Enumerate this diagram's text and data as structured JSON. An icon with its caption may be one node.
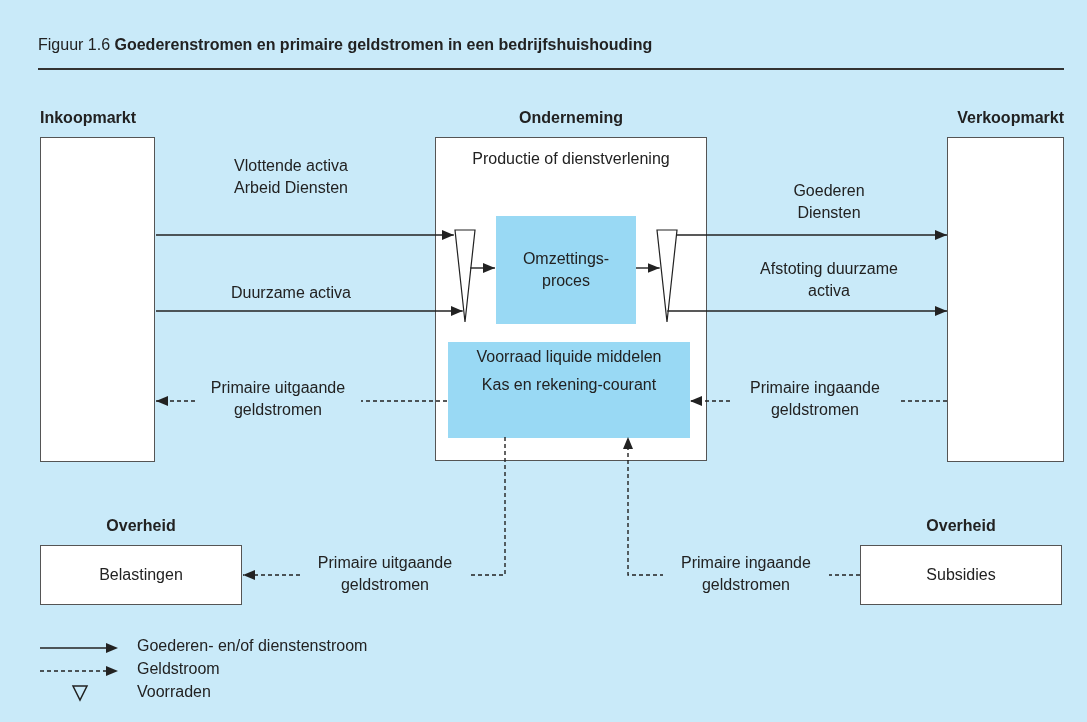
{
  "diagram": {
    "title": "Figuur 1.6 **Goederenstromen en primaire geldstromen in een bedrijfshuishouding**",
    "nodes": [
      {
        "text": [
          "Inkoopmarkt"
        ]
      },
      {
        "text": [
          "Onderneming",
          "Productie of dienstverlening"
        ]
      },
      {
        "text": [],
        "shape": "triangle",
        "in": 1
      },
      {
        "text": [
          "Omzettings- proces"
        ],
        "in": 1
      },
      {
        "text": [],
        "shape": "triangle",
        "in": 1
      },
      {
        "text": [
          "Voorraad liquide middelen",
          "Kas en rekening-courant"
        ],
        "in": 1
      },
      {
        "text": [
          "Verkoopmarkt"
        ]
      },
      {
        "text": [
          "Overheid",
          "Belastingen"
        ]
      },
      {
        "text": [
          "Overheid",
          "Subsidies"
        ]
      }
    ],
    "edges": [
      {
        "from": 0,
        "to": 2,
        "arrow": "to",
        "label": "Vlottende activa Arbeid Diensten"
      },
      {
        "from": 0,
        "to": 2,
        "arrow": "to",
        "label": "Duurzame activa"
      },
      {
        "from": 2,
        "to": 3,
        "arrow": "to"
      },
      {
        "from": 3,
        "to": 4,
        "arrow": "to"
      },
      {
        "from": 4,
        "to": 6,
        "arrow": "to",
        "label": "Goederen Diensten"
      },
      {
        "from": 4,
        "to": 6,
        "arrow": "to",
        "label": "Afstoting duurzame activa"
      },
      {
        "from": 5,
        "to": 0,
        "arrow": "to",
        "label": "Primaire uitgaande geldstromen",
        "style": "dashed"
      },
      {
        "from": 6,
        "to": 5,
        "arrow": "to",
        "label": "Primaire ingaande geldstromen",
        "style": "dashed"
      },
      {
        "from": 5,
        "to": 7,
        "arrow": "to",
        "label": "Primaire uitgaande geldstromen",
        "style": "dashed"
      },
      {
        "from": 8,
        "to": 5,
        "arrow": "to",
        "label": "Primaire ingaande geldstromen",
        "style": "dashed"
      }
    ],
    "legend": [
      {
        "text": "Goederen- en/of dienstenstroom"
      },
      {
        "text": "Geldstroom"
      },
      {
        "text": "Voorraden"
      }
    ]
  }
}
